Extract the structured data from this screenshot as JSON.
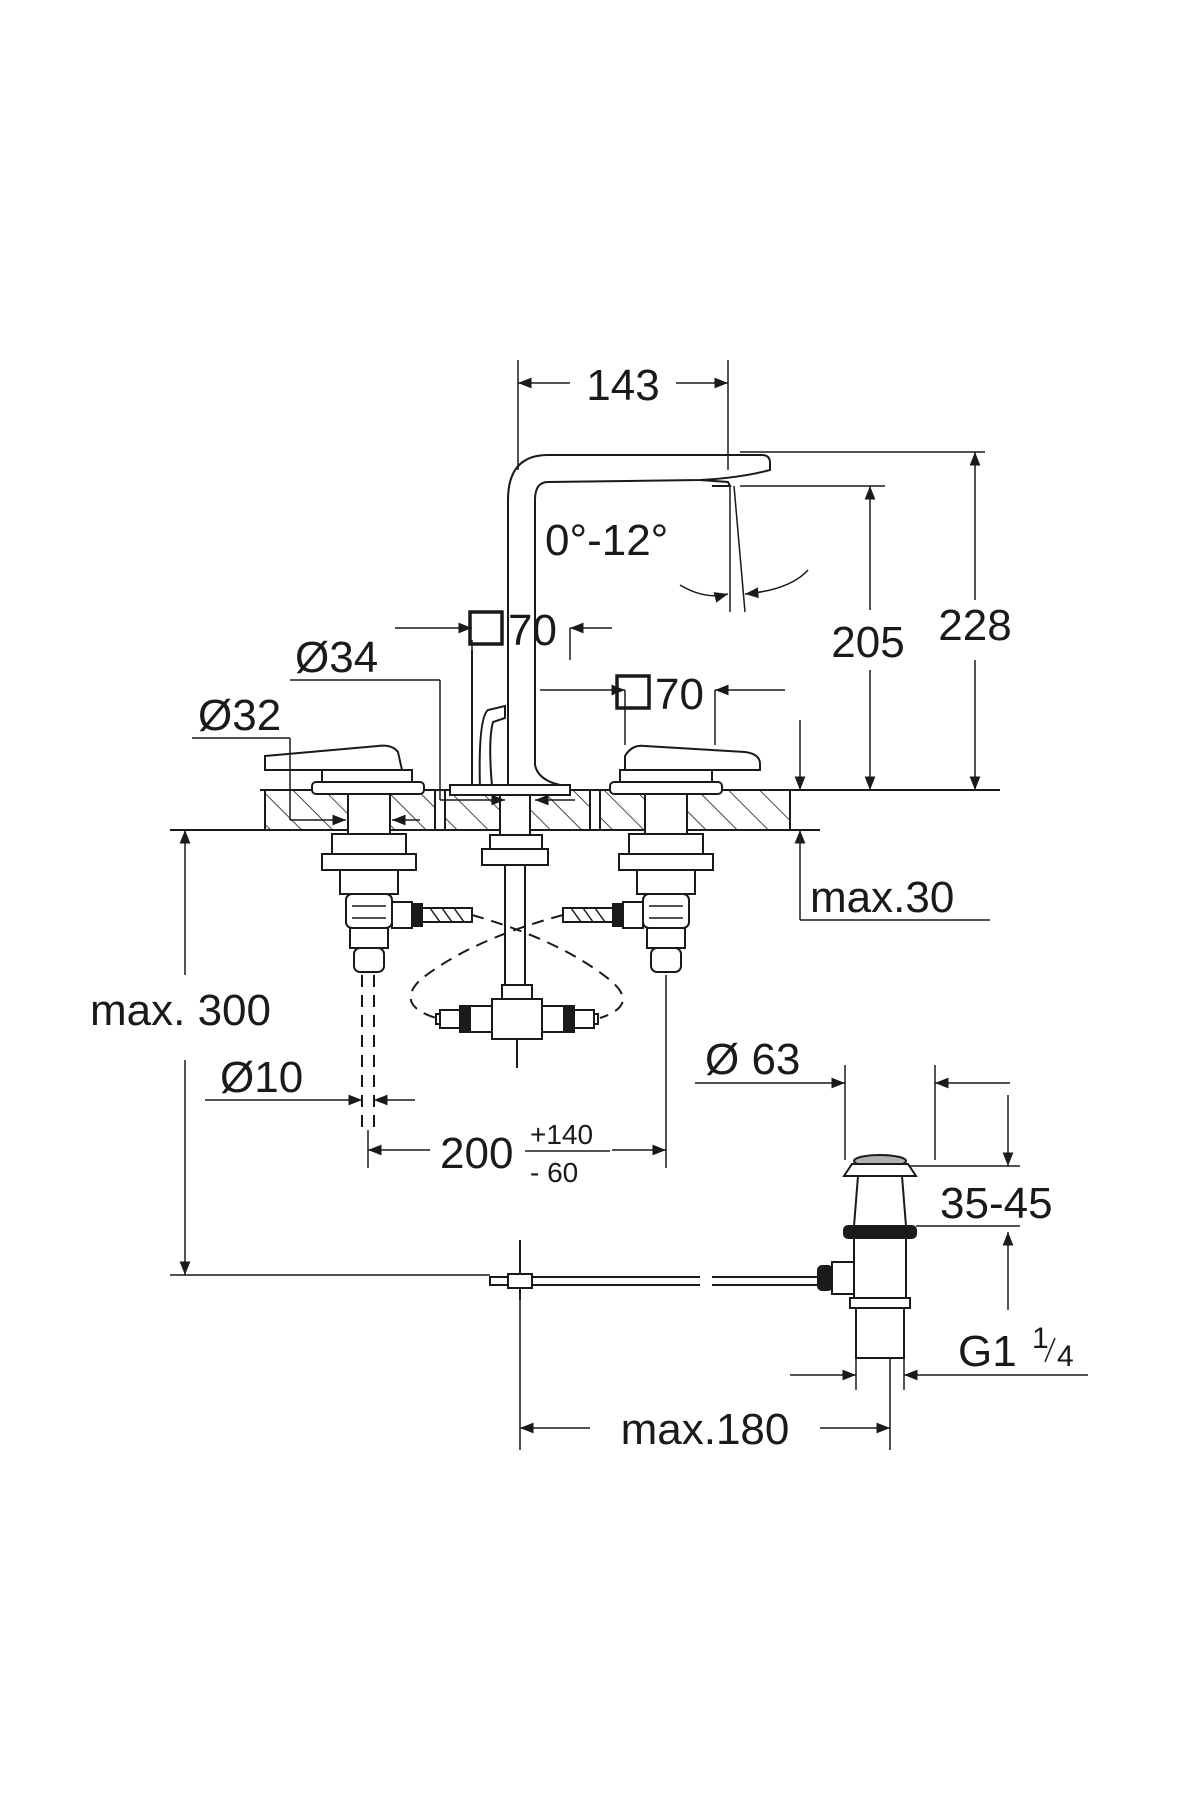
{
  "dimensions": {
    "spout_reach": "143",
    "tilt_angle": "0°-12°",
    "spout_height": "205",
    "total_height": "228",
    "spout_base_square": "70",
    "handle_base_square": "70",
    "spout_diameter": "Ø34",
    "handle_diameter": "Ø32",
    "max_deck_thickness": "max.30",
    "max_depth": "max. 300",
    "pipe_diameter": "Ø10",
    "spread_nominal": "200",
    "spread_plus": "+140",
    "spread_minus": "- 60",
    "drain_diameter": "Ø 63",
    "drain_height": "35-45",
    "drain_thread": "G1",
    "drain_thread_fraction_num": "1",
    "drain_thread_fraction_den": "4",
    "drain_rod_length": "max.180"
  },
  "colors": {
    "line": "#1a1a1a",
    "background": "#ffffff"
  }
}
